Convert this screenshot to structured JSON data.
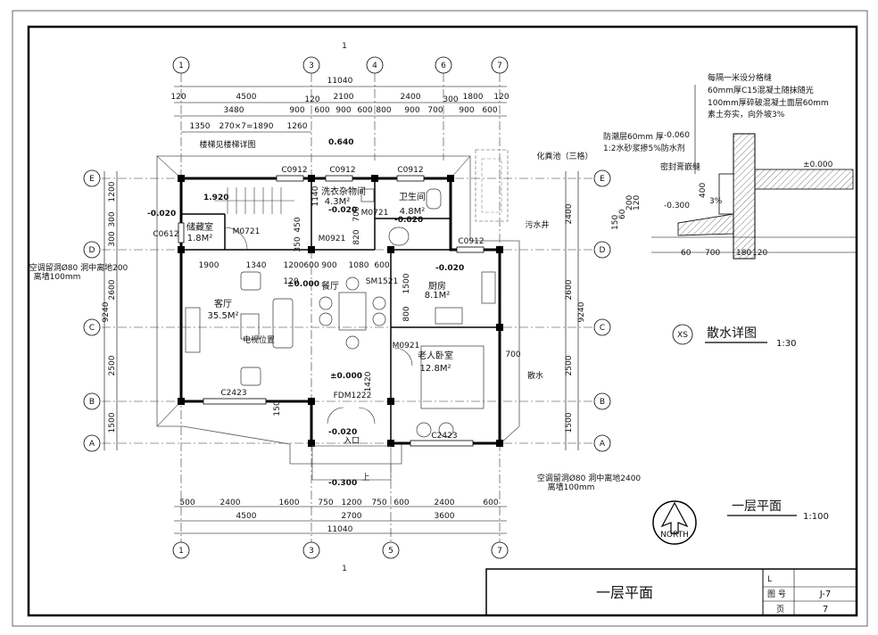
{
  "plan_title": "一层平面",
  "plan_scale": "1:100",
  "detail": {
    "badge": "XS",
    "title": "散水详图",
    "scale": "1:30",
    "notes": [
      "每隔一米设分格缝",
      "60mm厚C15混凝土随抹随光",
      "100mm厚碎破混凝土面层60mm",
      "素土夯实，向外坡3%"
    ],
    "label_waterproof_1": "防潮层60mm 厚",
    "label_waterproof_2": "1:2水砂浆掺5%防水剂",
    "label_seal": "密封膏嵌缝",
    "elev_1": "-0.060",
    "elev_2": "±0.000",
    "elev_3": "-0.300",
    "slope": "3%",
    "dims_bottom": [
      "60",
      "700",
      "180",
      "120"
    ],
    "dims_left": [
      "400",
      "150",
      "60",
      "200",
      "120"
    ]
  },
  "axes": {
    "top": [
      "1",
      "3",
      "4",
      "6",
      "7"
    ],
    "bottom": [
      "1",
      "3",
      "5",
      "7"
    ],
    "left": [
      "E",
      "D",
      "C",
      "B",
      "A"
    ],
    "right": [
      "E",
      "D",
      "C",
      "B",
      "A"
    ]
  },
  "dims": {
    "top_total": "11040",
    "top_row1": [
      "120",
      "4500",
      "2100",
      "2400",
      "1800",
      "120"
    ],
    "top_row2": [
      "3480",
      "900",
      "120",
      "600",
      "900",
      "600",
      "800",
      "900",
      "700",
      "300",
      "900",
      "600"
    ],
    "stair": [
      "1350",
      "270×7=1890",
      "1260"
    ],
    "bottom_row1": [
      "500",
      "2400",
      "1600",
      "750",
      "1200",
      "750",
      "600",
      "2400",
      "600"
    ],
    "bottom_row2": [
      "4500",
      "2700",
      "3600"
    ],
    "bottom_total": "11040",
    "left_total": "9240",
    "left": [
      "1200",
      "300",
      "300",
      "2600",
      "2500",
      "1500"
    ],
    "right_total": "9240",
    "right": [
      "2400",
      "2600",
      "2500",
      "1500"
    ],
    "interior": [
      "1900",
      "1340",
      "1200",
      "600",
      "900",
      "1080",
      "600",
      "1500",
      "800",
      "1420",
      "700",
      "1140",
      "120",
      "820",
      "700",
      "150",
      "450",
      "350"
    ]
  },
  "rooms": [
    {
      "name": "客厅",
      "area": "35.5M²"
    },
    {
      "name": "餐厅",
      "area": ""
    },
    {
      "name": "厨房",
      "area": "8.1M²"
    },
    {
      "name": "老人卧室",
      "area": "12.8M²"
    },
    {
      "name": "储藏室",
      "area": "1.8M²"
    },
    {
      "name": "洗衣杂物间",
      "area": "4.3M²"
    },
    {
      "name": "卫生间",
      "area": "4.8M²"
    }
  ],
  "labels": {
    "c0912_a": "C0912",
    "c0912_b": "C0912",
    "c0912_c": "C0912",
    "c0912_d": "C0912",
    "c0612": "C0612",
    "m0721_a": "M0721",
    "m0721_b": "M0721",
    "m0921_a": "M0921",
    "m0921_b": "M0921",
    "sm1521": "SM1521",
    "c2423": "C2423",
    "c2423_b": "C2423",
    "fdm1222": "FDM1222",
    "entrance": "入口",
    "up": "上",
    "stair_note": "楼梯见楼梯详图",
    "septic": "化粪池（三格）",
    "sewage": "污水井",
    "ac_hole_1": "空调留洞Ø80 洞中离地200",
    "ac_hole_1b": "离墙100mm",
    "ac_hole_2": "空调留洞Ø80 洞中离地2400",
    "ac_hole_2b": "离墙100mm",
    "apron": "散水",
    "tv_pos": "电视位置",
    "north": "NORTH",
    "section_mark": "1"
  },
  "levels": {
    "l_0640": "0.640",
    "l_1920": "1.920",
    "l_m0020_a": "-0.020",
    "l_m0020_b": "-0.020",
    "l_m0020_c": "-0.020",
    "l_m0020_d": "-0.020",
    "l_m0020_e": "-0.020",
    "l_pm0000_a": "±0.000",
    "l_pm0000_b": "±0.000",
    "l_m0300": "-0.300"
  },
  "title_block": {
    "name": "一层平面",
    "drawing_no_label": "图  号",
    "drawing_no": "J-7",
    "page_label": "页",
    "page": "7",
    "l_mark": "L"
  }
}
